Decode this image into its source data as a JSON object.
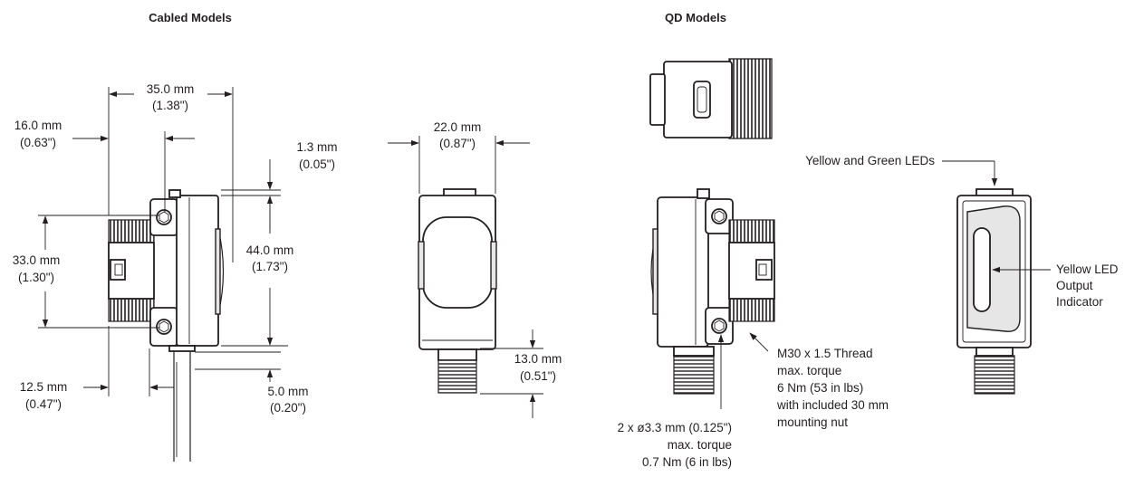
{
  "headings": {
    "cabled": "Cabled Models",
    "qd": "QD Models"
  },
  "dims": {
    "w35_mm": "35.0 mm",
    "w35_in": "(1.38\")",
    "d16_mm": "16.0 mm",
    "d16_in": "(0.63\")",
    "d13_mm": "1.3 mm",
    "d13_in": "(0.05\")",
    "h33_mm": "33.0 mm",
    "h33_in": "(1.30\")",
    "h44_mm": "44.0 mm",
    "h44_in": "(1.73\")",
    "d125_mm": "12.5 mm",
    "d125_in": "(0.47\")",
    "d5_mm": "5.0 mm",
    "d5_in": "(0.20\")",
    "w22_mm": "22.0 mm",
    "w22_in": "(0.87\")",
    "h13_mm": "13.0 mm",
    "h13_in": "(0.51\")"
  },
  "callouts": {
    "leds": "Yellow and Green LEDs",
    "indicator_1": "Yellow LED",
    "indicator_2": "Output",
    "indicator_3": "Indicator",
    "thread_1": "M30 x 1.5 Thread",
    "thread_2": "max. torque",
    "thread_3": "6 Nm (53 in lbs)",
    "thread_4": "with included 30 mm",
    "thread_5": "mounting nut",
    "hole_1": "2 x ø3.3 mm (0.125\")",
    "hole_2": "max. torque",
    "hole_3": "0.7 Nm (6 in lbs)"
  }
}
